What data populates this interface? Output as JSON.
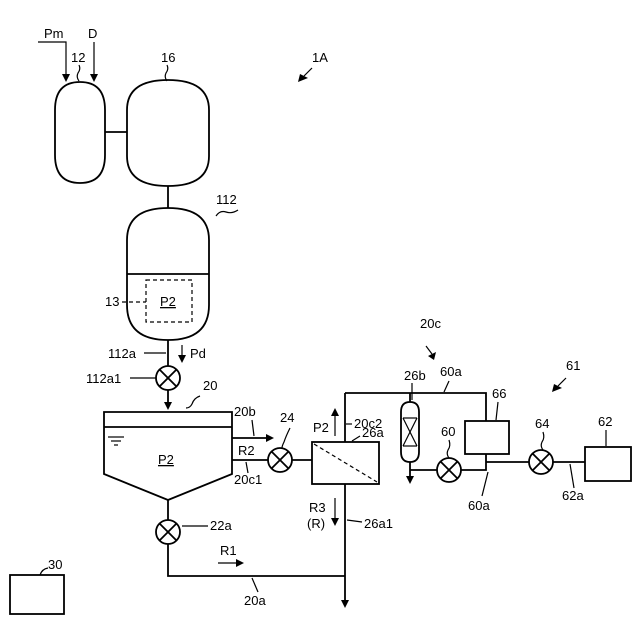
{
  "labels": {
    "system": "1A",
    "Pm": "Pm",
    "D": "D",
    "n12": "12",
    "n16": "16",
    "n112": "112",
    "n13": "13",
    "P2_tank": "P2",
    "n112a": "112a",
    "Pd": "Pd",
    "n112a1": "112a1",
    "n20": "20",
    "n20b": "20b",
    "n24": "24",
    "P2_vessel": "P2",
    "R2": "R2",
    "n20c1": "20c1",
    "n22a": "22a",
    "R1": "R1",
    "n20a": "20a",
    "n30": "30",
    "P2_flow": "P2",
    "n20c2": "20c2",
    "n26a": "26a",
    "R3": "R3",
    "R_paren": "(R)",
    "n26a1": "26a1",
    "n20c": "20c",
    "n26b": "26b",
    "n60a_top": "60a",
    "n60": "60",
    "n66": "66",
    "n60a_bottom": "60a",
    "n61": "61",
    "n64": "64",
    "n62": "62",
    "n62a": "62a"
  }
}
